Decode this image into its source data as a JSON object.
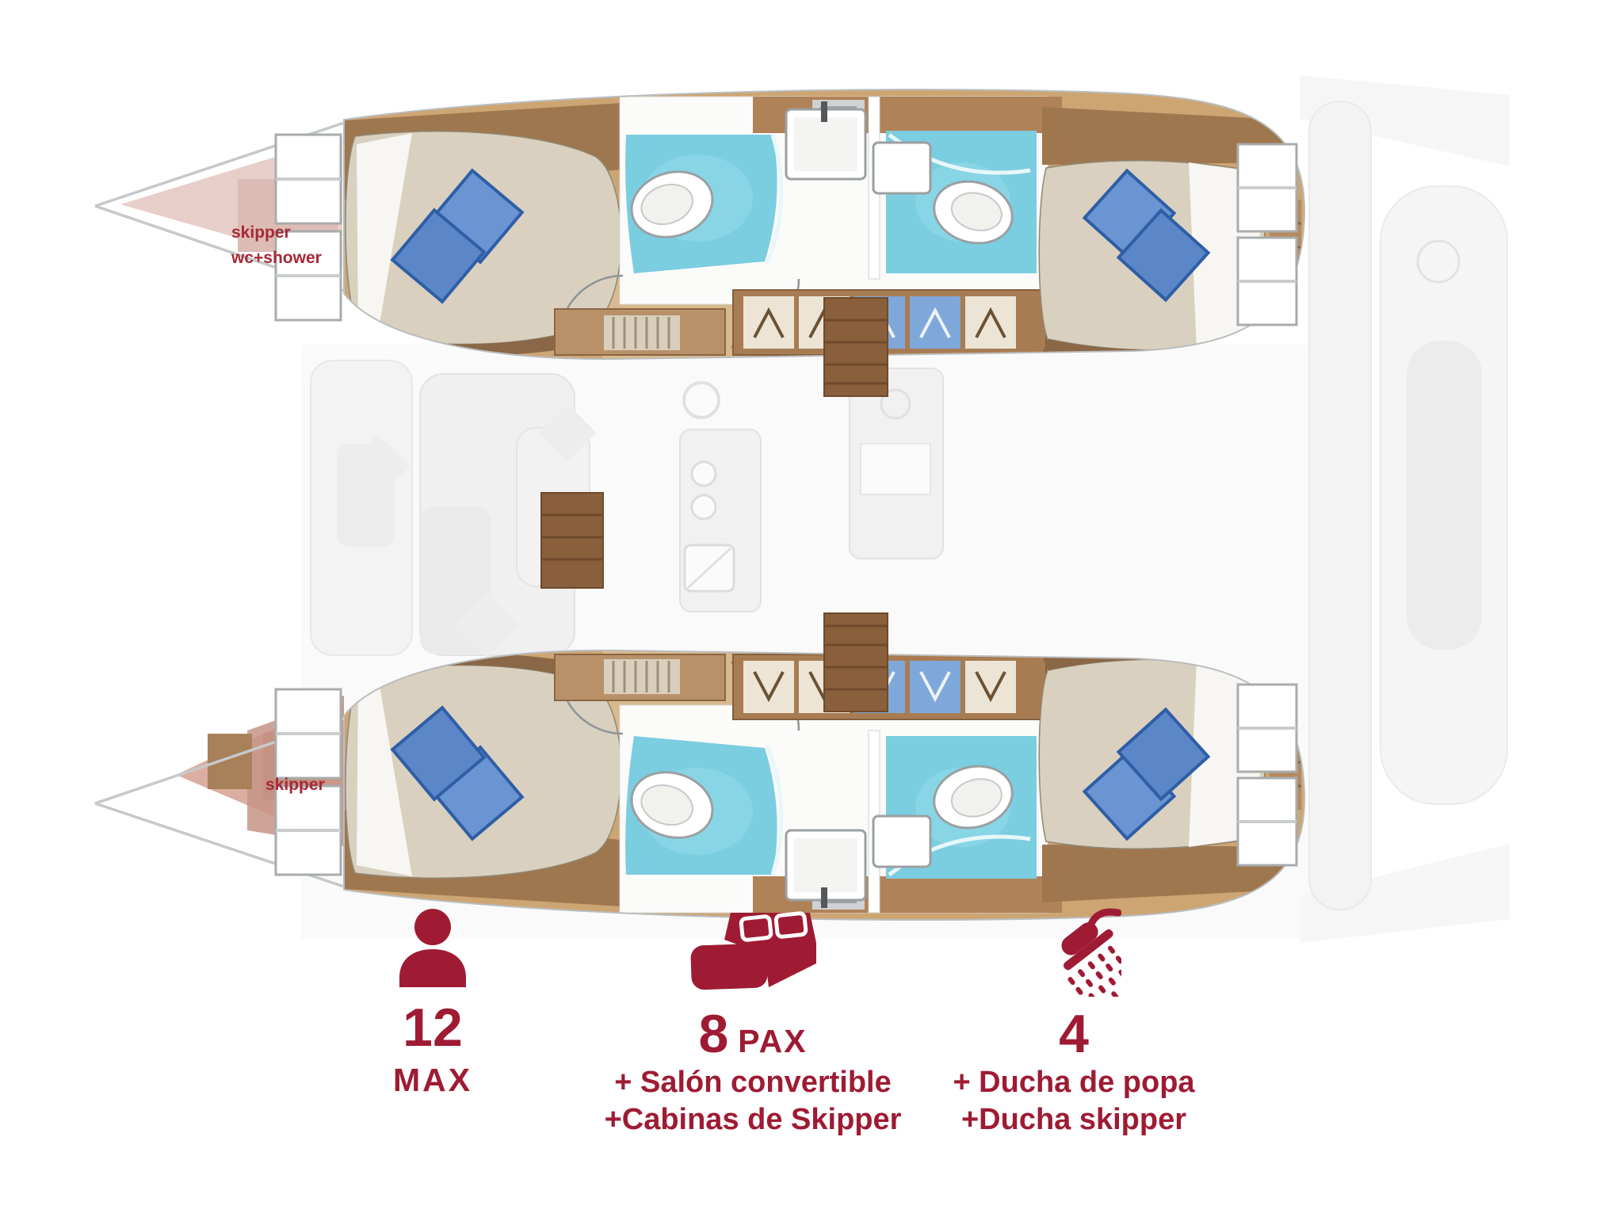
{
  "plan": {
    "bow_cabin_label": {
      "line1": "skipper",
      "line2": "wc+shower"
    },
    "stern_cabin_label": "skipper"
  },
  "legend": {
    "capacity": {
      "icon": "person-icon",
      "value": "12",
      "label": "MAX"
    },
    "berths": {
      "icon": "bed-icon",
      "value": "8",
      "unit": "PAX",
      "line1": "+  Salón convertible",
      "line2": "+Cabinas de Skipper"
    },
    "showers": {
      "icon": "shower-icon",
      "value": "4",
      "line1": "+ Ducha de popa",
      "line2": "+Ducha skipper"
    }
  },
  "colors": {
    "accent": "#9e1b33",
    "label_red": "#a82836",
    "hull_outline": "#b9bdbf",
    "wood_floor": "#cda573",
    "wood_dark": "#8a5f3b",
    "bed_beige": "#d9d0bf",
    "pillow_blue": "#6a94d2",
    "bathroom_blue": "#7bcde0",
    "skipper_bow_area": "#e7cec9",
    "skipper_stern_area": "#dcaea2",
    "faded_deck": "#f2f2f2"
  }
}
